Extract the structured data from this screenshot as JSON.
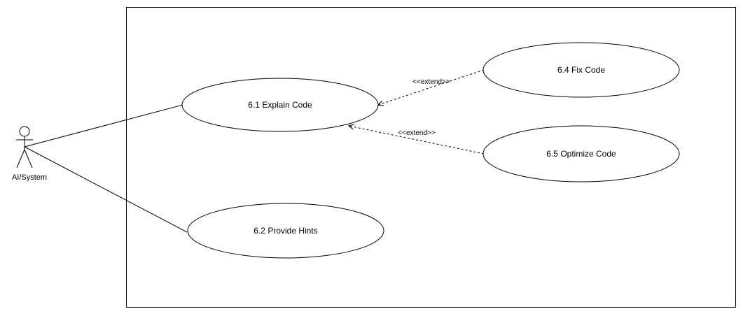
{
  "diagram": {
    "actor": {
      "label": "AI/System"
    },
    "use_cases": {
      "explain": "6.1 Explain Code",
      "hints": "6.2 Provide Hints",
      "fix": "6.4 Fix Code",
      "optimize": "6.5 Optimize Code"
    },
    "relations": {
      "fix_extend": "<<extend>>",
      "optimize_extend": "<<extend>>"
    },
    "colors": {
      "stroke": "#000000",
      "background": "#ffffff"
    }
  }
}
